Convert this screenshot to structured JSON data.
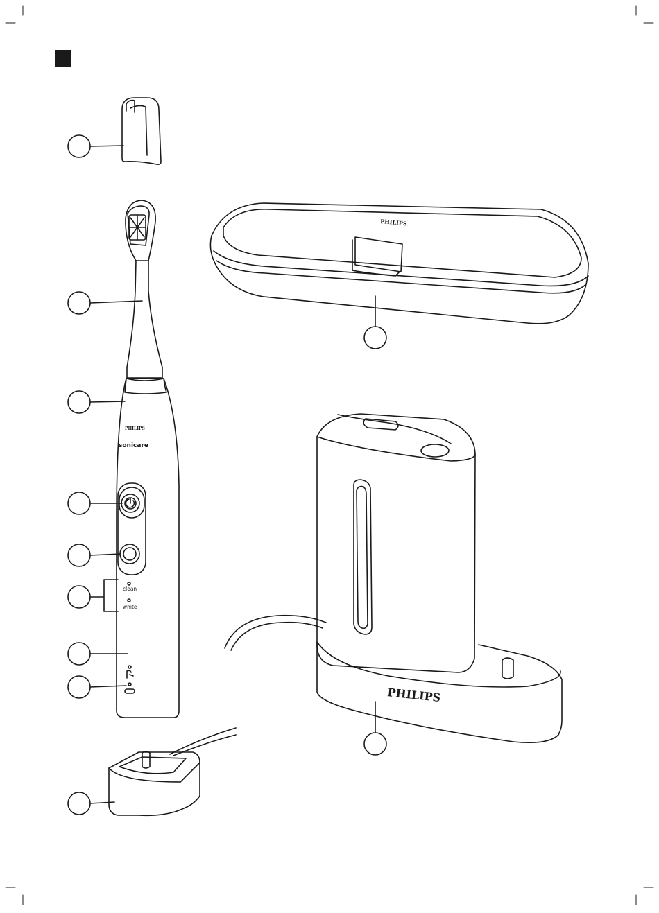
{
  "page": {
    "brand_case": "PHILIPS",
    "brand_handle": "PHILIPS",
    "product_handle": "sonicare",
    "brand_sanitizer": "PHILIPS",
    "mode_clean": "clean",
    "mode_white": "white",
    "line_color": "#1a1a1a",
    "callout_count": 11
  }
}
